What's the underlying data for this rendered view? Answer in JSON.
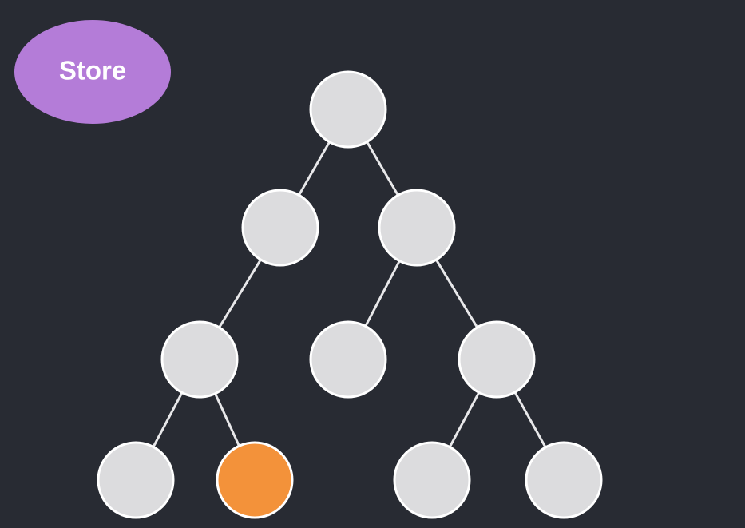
{
  "store": {
    "label": "Store"
  },
  "colors": {
    "background": "#282b33",
    "store": "#b47cd8",
    "node_fill": "#dcdcde",
    "node_stroke": "#ffffff",
    "highlight": "#f3923a",
    "edge": "#e8e8ea"
  },
  "tree": {
    "nodes": [
      {
        "id": "root",
        "highlighted": false
      },
      {
        "id": "a",
        "highlighted": false
      },
      {
        "id": "b",
        "highlighted": false
      },
      {
        "id": "a1",
        "highlighted": false
      },
      {
        "id": "b1",
        "highlighted": false
      },
      {
        "id": "b2",
        "highlighted": false
      },
      {
        "id": "a1l",
        "highlighted": false
      },
      {
        "id": "a1r",
        "highlighted": true
      },
      {
        "id": "b2l",
        "highlighted": false
      },
      {
        "id": "b2r",
        "highlighted": false
      }
    ],
    "edges": [
      [
        "root",
        "a"
      ],
      [
        "root",
        "b"
      ],
      [
        "a",
        "a1"
      ],
      [
        "b",
        "b1"
      ],
      [
        "b",
        "b2"
      ],
      [
        "a1",
        "a1l"
      ],
      [
        "a1",
        "a1r"
      ],
      [
        "b2",
        "b2l"
      ],
      [
        "b2",
        "b2r"
      ]
    ]
  }
}
